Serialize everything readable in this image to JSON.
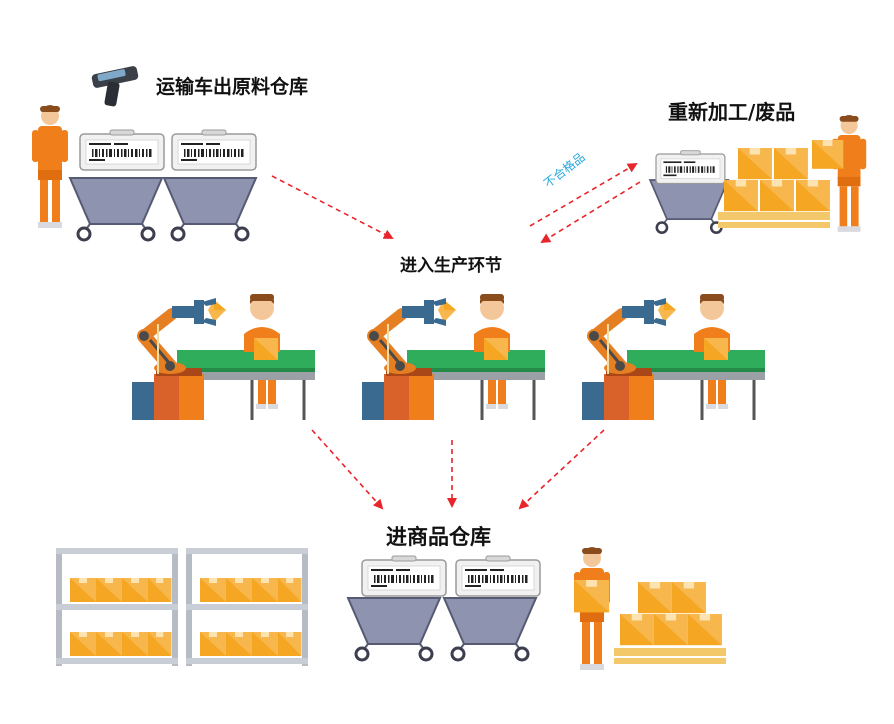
{
  "labels": {
    "raw_material": "运输车出原料仓库",
    "rework": "重新加工/废品",
    "production": "进入生产环节",
    "reject": "不合格品",
    "goods_warehouse": "进商品仓库"
  },
  "colors": {
    "arrow": "#e8252a",
    "reject_text": "#2aa7df",
    "box": "#f5a623",
    "cart": "#8e93b0",
    "conveyor": "#2fad5a",
    "robot_arm": "#e67e22"
  },
  "icons": [
    "handheld-scanner-icon",
    "worker-icon",
    "cart-icon",
    "esl-tag-icon",
    "box-stack-icon",
    "robot-arm-icon",
    "conveyor-icon",
    "shelf-icon",
    "pallet-icon"
  ]
}
